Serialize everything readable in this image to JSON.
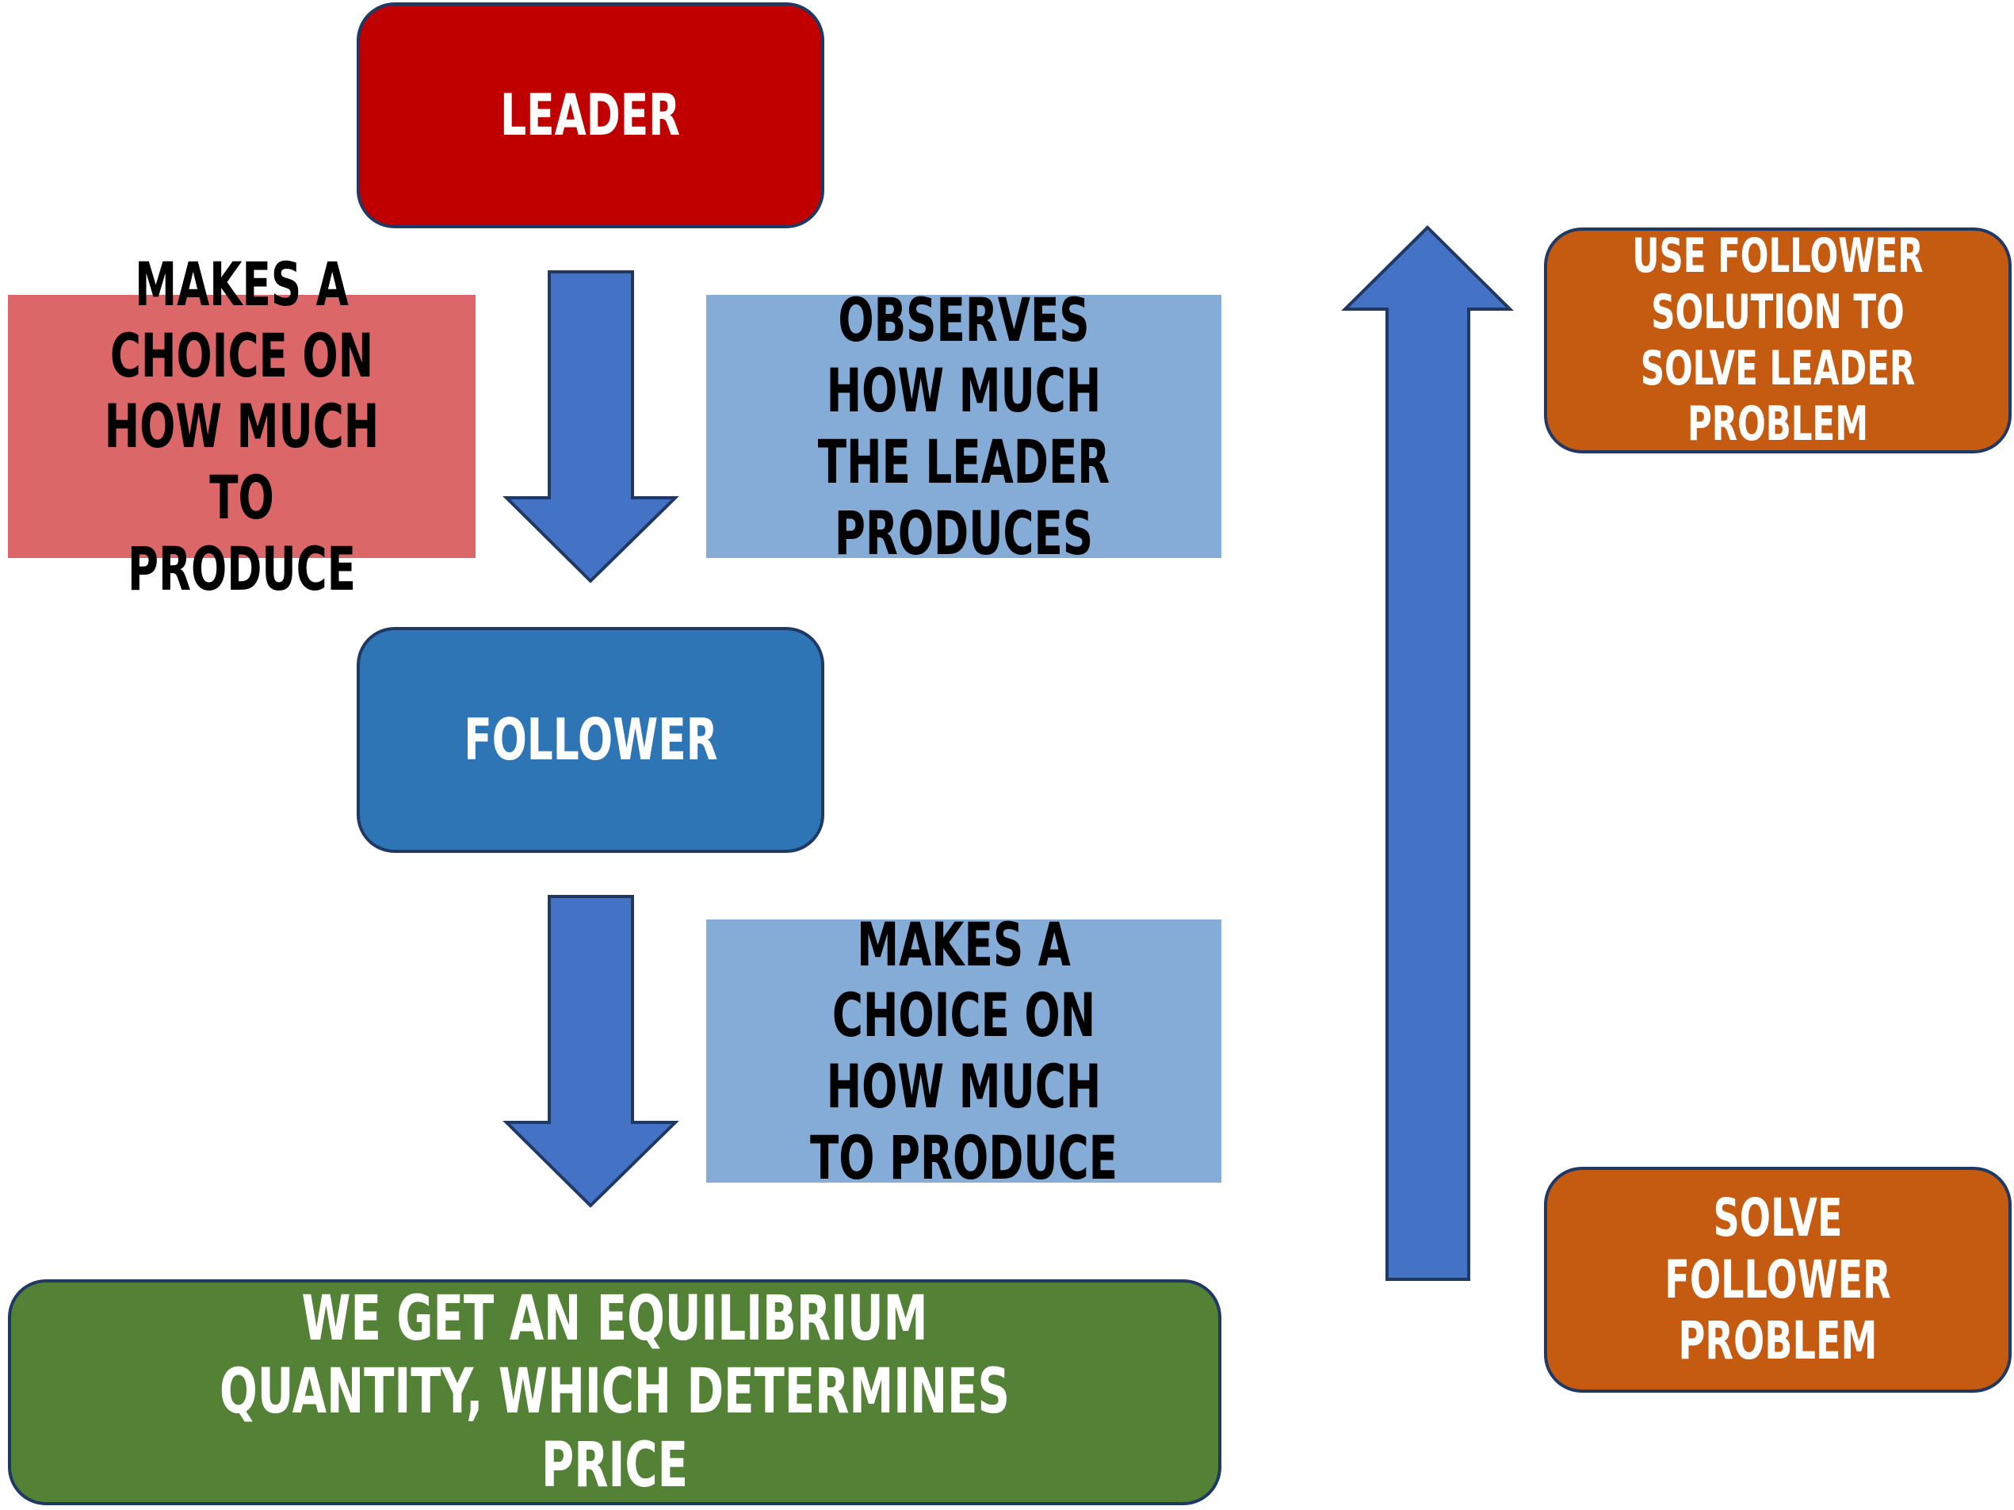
{
  "colors": {
    "leader": "#C00000",
    "follower": "#2E75B6",
    "light_blue": "#84ACD6",
    "light_red": "#DB6769",
    "green": "#538135",
    "orange": "#C55A11",
    "arrow": "#4472C4",
    "outline": "#1F3864"
  },
  "nodes": {
    "leader": "LEADER",
    "follower": "FOLLOWER",
    "leader_choice": "MAKES A CHOICE ON HOW MUCH TO PRODUCE",
    "observes": "OBSERVES HOW MUCH THE LEADER PRODUCES",
    "follower_choice": "MAKES A CHOICE ON HOW MUCH TO PRODUCE",
    "equilibrium": "WE GET AN EQUILIBRIUM QUANTITY, WHICH DETERMINES PRICE",
    "use_follower": "USE FOLLOWER SOLUTION TO SOLVE LEADER PROBLEM",
    "solve_follower": "SOLVE FOLLOWER PROBLEM"
  },
  "arrows": {
    "leader_to_follower": "down-arrow",
    "follower_to_equilibrium": "down-arrow",
    "solve_up": "up-arrow"
  }
}
